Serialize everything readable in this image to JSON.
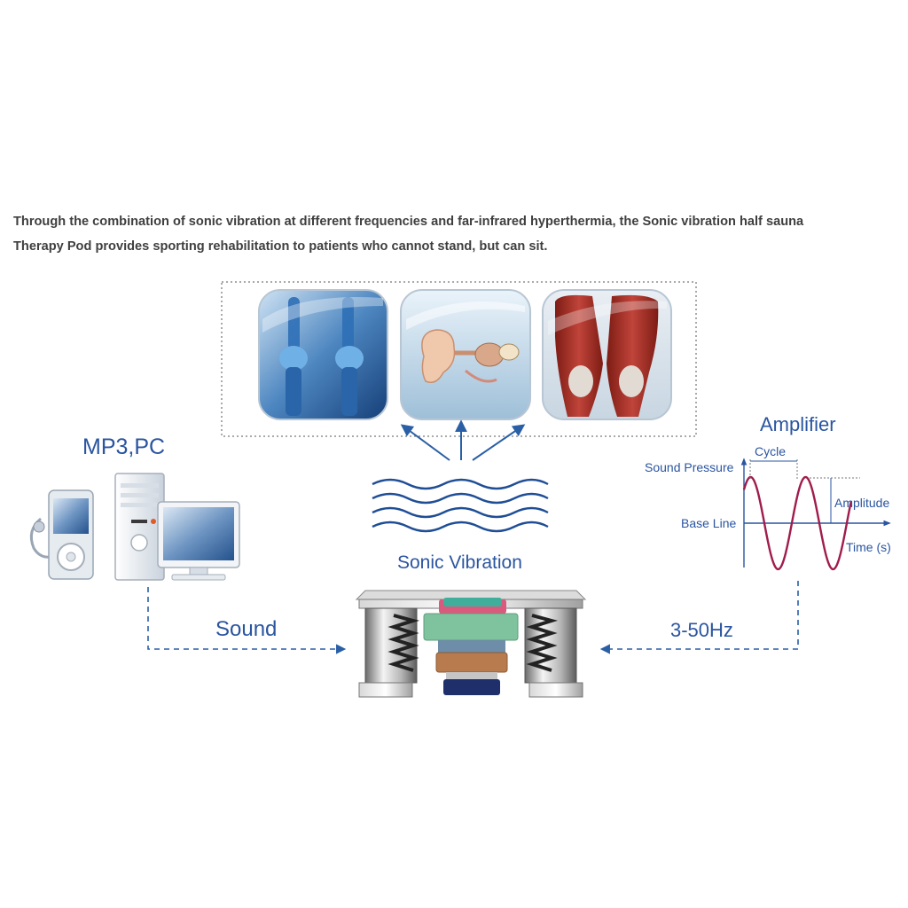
{
  "intro": {
    "line1": "Through the combination of sonic vibration at different frequencies and far-infrared hyperthermia, the Sonic vibration half sauna",
    "line2": "Therapy Pod provides sporting rehabilitation to patients who cannot stand, but can sit."
  },
  "source": {
    "label": "MP3,PC",
    "icons": [
      "mp3-player-icon",
      "pc-tower-icon",
      "monitor-icon"
    ]
  },
  "center": {
    "label": "Sonic Vibration",
    "icons": [
      "knee-bones-xray-icon",
      "ear-anatomy-icon",
      "thigh-muscles-icon",
      "transducer-icon"
    ]
  },
  "amplifier": {
    "title": "Amplifier",
    "labels": {
      "cycle": "Cycle",
      "sound_pressure": "Sound Pressure",
      "amplitude": "Amplitude",
      "base_line": "Base Line",
      "time": "Time (s)"
    }
  },
  "flows": {
    "left": "Sound",
    "right": "3-50Hz"
  },
  "colors": {
    "accent_blue": "#2a55a0",
    "sine_wave": "#a01c4c",
    "text_dark": "#3f3f3f"
  }
}
